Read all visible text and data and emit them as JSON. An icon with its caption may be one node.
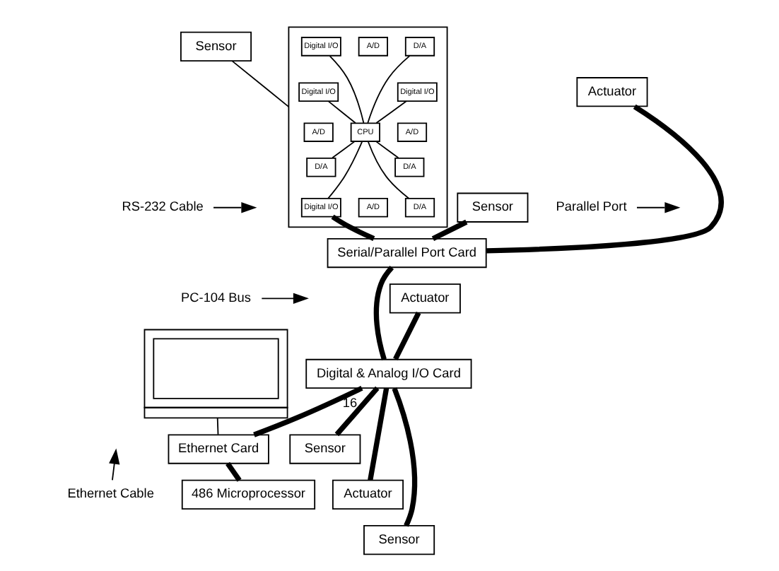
{
  "diagram": {
    "nodes": [
      {
        "text": [
          "Sensor"
        ]
      },
      {
        "text": [],
        "shape": "box"
      },
      {
        "text": [
          "Digital I/O"
        ],
        "in": 1
      },
      {
        "text": [
          "A/D"
        ],
        "in": 1
      },
      {
        "text": [
          "D/A"
        ],
        "in": 1
      },
      {
        "text": [
          "Digital I/O"
        ],
        "in": 1
      },
      {
        "text": [
          "A/D"
        ],
        "in": 1
      },
      {
        "text": [
          "D/A"
        ],
        "in": 1
      },
      {
        "text": [
          "CPU"
        ],
        "in": 1
      },
      {
        "text": [
          "Digital I/O"
        ],
        "in": 1
      },
      {
        "text": [
          "A/D"
        ],
        "in": 1
      },
      {
        "text": [
          "D/A"
        ],
        "in": 1
      },
      {
        "text": [
          "Digital I/O"
        ],
        "in": 1
      },
      {
        "text": [
          "A/D"
        ],
        "in": 1
      },
      {
        "text": [
          "D/A"
        ],
        "in": 1
      },
      {
        "text": [
          "Actuator"
        ]
      },
      {
        "text": [
          "Parallel Port"
        ]
      },
      {
        "text": [
          "RS-232 Cable"
        ]
      },
      {
        "text": [
          "Sensor"
        ]
      },
      {
        "text": [
          "Serial/Parallel Port Card"
        ]
      },
      {
        "text": [
          "Actuator"
        ]
      },
      {
        "text": [
          "PC-104 Bus"
        ]
      },
      {
        "text": [
          "Digital & Analog I/O Card"
        ]
      },
      {
        "text": [],
        "shape": "laptop"
      },
      {
        "text": [
          "Sensor"
        ]
      },
      {
        "text": [
          "Ethernet Card"
        ]
      },
      {
        "text": [
          "486 Microprocessor"
        ]
      },
      {
        "text": [
          "Actuator"
        ]
      },
      {
        "text": [
          "Ethernet Cable"
        ]
      },
      {
        "text": [
          "Sensor"
        ]
      }
    ],
    "edges": [
      {
        "from": 0,
        "to": 1,
        "arrow": "none"
      },
      {
        "from": 2,
        "to": 8,
        "arrow": "none"
      },
      {
        "from": 4,
        "to": 8,
        "arrow": "none"
      },
      {
        "from": 5,
        "to": 8,
        "arrow": "none"
      },
      {
        "from": 8,
        "to": 7,
        "arrow": "none"
      },
      {
        "from": 9,
        "to": 8,
        "arrow": "none"
      },
      {
        "from": 8,
        "to": 11,
        "arrow": "none"
      },
      {
        "from": 8,
        "to": 12,
        "arrow": "none"
      },
      {
        "from": 8,
        "to": 14,
        "arrow": "none"
      },
      {
        "from": 12,
        "to": 19,
        "arrow": "none",
        "style": "thick"
      },
      {
        "from": 15,
        "to": 19,
        "arrow": "none",
        "style": "thick"
      },
      {
        "from": 18,
        "to": 19,
        "arrow": "none",
        "style": "thick"
      },
      {
        "from": 19,
        "to": 22,
        "arrow": "none",
        "style": "thick"
      },
      {
        "from": 22,
        "to": 25,
        "arrow": "none",
        "style": "thick"
      },
      {
        "from": 25,
        "to": 26,
        "arrow": "none",
        "style": "thick"
      },
      {
        "from": 22,
        "to": 20,
        "arrow": "none",
        "style": "thick"
      },
      {
        "from": 22,
        "to": 24,
        "arrow": "none",
        "style": "thick",
        "label": "16"
      },
      {
        "from": 22,
        "to": 27,
        "arrow": "none",
        "style": "thick"
      },
      {
        "from": 22,
        "to": 29,
        "arrow": "none",
        "style": "thick"
      },
      {
        "from": 23,
        "to": 25,
        "arrow": "none"
      },
      {
        "from": 16,
        "to": null,
        "arrow": "to"
      },
      {
        "from": 17,
        "to": null,
        "arrow": "to"
      },
      {
        "from": 21,
        "to": null,
        "arrow": "to"
      },
      {
        "from": 28,
        "to": null,
        "arrow": "to"
      }
    ]
  }
}
